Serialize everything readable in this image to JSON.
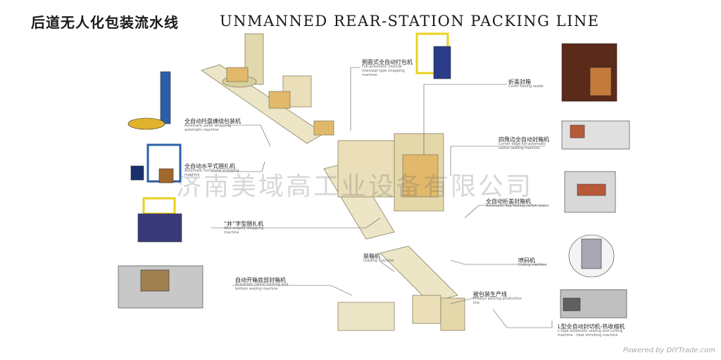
{
  "header": {
    "title_cn": "后道无人化包装流水线",
    "title_en": "UNMANNED REAR-STATION PACKING LINE"
  },
  "labels": {
    "semi_strapping": {
      "cn": "侧面式全自动打包机",
      "en": "Full-automatic internal-intercept type strapping machine"
    },
    "corner_sealer": {
      "cn": "折盖封箱",
      "en": "Cover folding sealer"
    },
    "stretch_wrapper": {
      "cn": "全自动托盘缠绕包装机",
      "en": "Automatic pallet wrapping automatic machine"
    },
    "corner_tape_sealer": {
      "cn": "四角边全自动封箱机",
      "en": "Corner edge full-automatic carton sealing machine"
    },
    "horizontal_strapping": {
      "cn": "全自动水平式捆扎机",
      "en": "Automatic horizontal strapping machine"
    },
    "auto_tape_sealer": {
      "cn": "全自动折盖封箱机",
      "en": "Automatic flap folding carton sealer"
    },
    "cross_strapping": {
      "cn": "“井”字型捆扎机",
      "en": "Well-shaped strapping machine"
    },
    "erector": {
      "cn": "自动开箱底部封箱机",
      "en": "Automatic carton forming and bottom sealing machine"
    },
    "boxing": {
      "cn": "装箱机",
      "en": "Loading machine"
    },
    "coding": {
      "cn": "喷码机",
      "en": "Coding machine"
    },
    "production_line": {
      "cn": "被包装生产线",
      "en": "Product packing production line"
    },
    "shrink": {
      "cn": "L型全自动封切机-热收缩机",
      "en": "L-type automatic sealing and cutting machine - heat shrinking machine"
    }
  },
  "watermark": "济南美域高工业设备有限公司",
  "footer": "Powered by DIYTrade.com"
}
